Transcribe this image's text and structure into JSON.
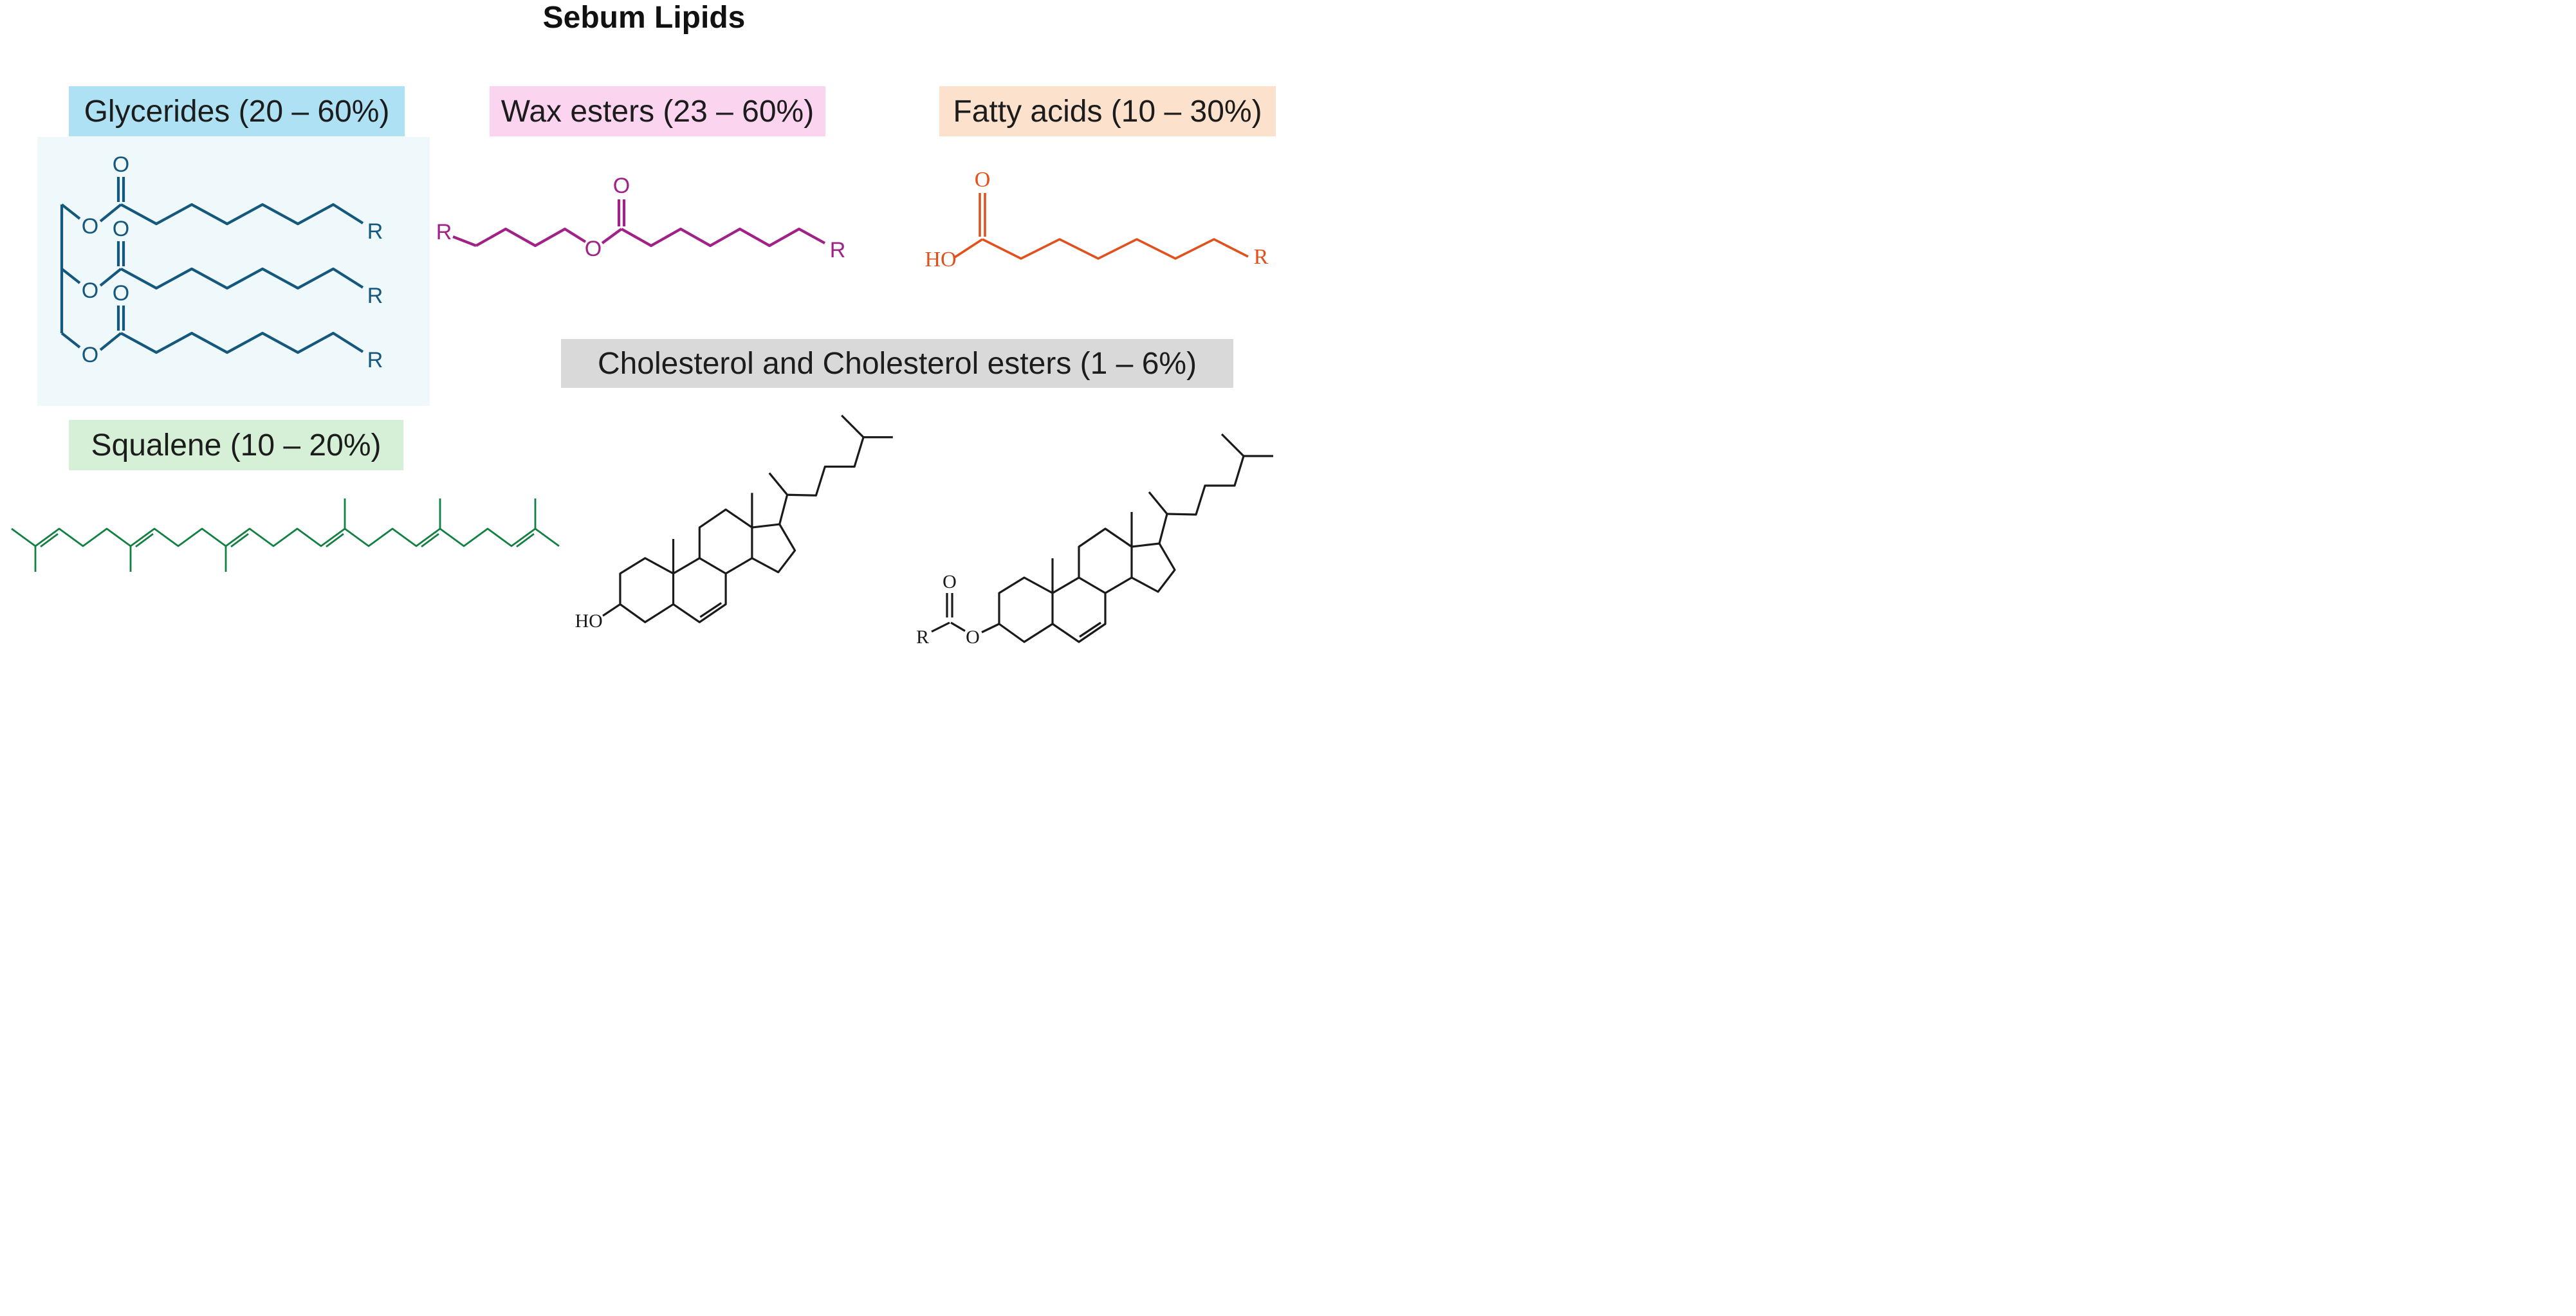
{
  "title": "Sebum Lipids",
  "atoms": {
    "oxygen": "O",
    "r_group": "R",
    "hydroxyl": "HO"
  },
  "sections": {
    "glycerides": {
      "label": "Glycerides (20 – 60%)",
      "label_bg": "#aee1f3",
      "structure_color": "#14587d",
      "panel_bg": "#eff8fb"
    },
    "wax_esters": {
      "label": "Wax esters (23 – 60%)",
      "label_bg": "#fbd4ef",
      "structure_color": "#a02287"
    },
    "fatty_acids": {
      "label": "Fatty acids (10 – 30%)",
      "label_bg": "#fce2cd",
      "structure_color": "#e2511c"
    },
    "cholesterol": {
      "label": "Cholesterol and Cholesterol esters (1 – 6%)",
      "label_bg": "#d9d9d9",
      "structure_color": "#1a1a1a"
    },
    "squalene": {
      "label": "Squalene (10 – 20%)",
      "label_bg": "#d5f0d6",
      "structure_color": "#128042"
    }
  }
}
